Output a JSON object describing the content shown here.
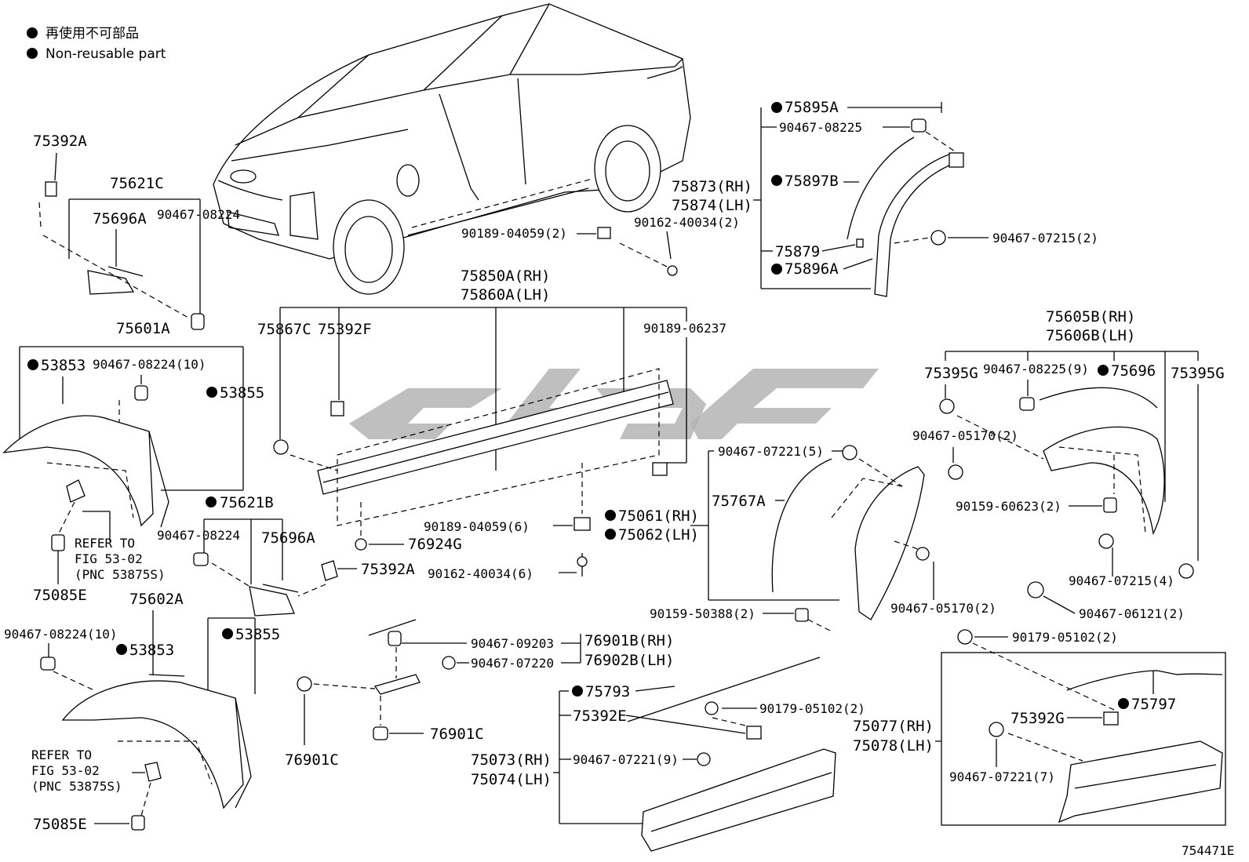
{
  "legend": {
    "item_ja": "再使用不可部品",
    "item_en": "Non-reusable part"
  },
  "diagram_id": "754471E",
  "labels": {
    "l75392A_top": "75392A",
    "l75621C": "75621C",
    "l75696A_top": "75696A",
    "l90467_08224_top": "90467-08224",
    "l75601A": "75601A",
    "l53853_top": "53853",
    "l90467_08224_10_top": "90467-08224(10)",
    "l53855_top": "53855",
    "refer1_l1": "REFER TO",
    "refer1_l2": "FIG 53-02",
    "refer1_l3": "(PNC 53875S)",
    "l75085E_top": "75085E",
    "l75621B": "75621B",
    "l90467_08224_mid": "90467-08224",
    "l75696A_mid": "75696A",
    "l75392A_mid": "75392A",
    "l75602A": "75602A",
    "l90467_08224_10_bot": "90467-08224(10)",
    "l53853_bot": "53853",
    "l53855_bot": "53855",
    "refer2_l1": "REFER TO",
    "refer2_l2": "FIG 53-02",
    "refer2_l3": "(PNC 53875S)",
    "l75085E_bot": "75085E",
    "l90189_04059_2": "90189-04059(2)",
    "l90162_40034_2": "90162-40034(2)",
    "l75850A": "75850A(RH)",
    "l75860A": "75860A(LH)",
    "l75867C": "75867C",
    "l75392F": "75392F",
    "l90189_06237": "90189-06237",
    "l90189_04059_6": "90189-04059(6)",
    "l76924G": "76924G",
    "l90162_40034_6": "90162-40034(6)",
    "l75895A": "75895A",
    "l90467_08225": "90467-08225",
    "l75873": "75873(RH)",
    "l75874": "75874(LH)",
    "l75897B": "75897B",
    "l90467_07215_2": "90467-07215(2)",
    "l75879": "75879",
    "l75896A": "75896A",
    "l75605B": "75605B(RH)",
    "l75606B": "75606B(LH)",
    "l75395G_l": "75395G",
    "l90467_08225_9": "90467-08225(9)",
    "l75696": "75696",
    "l75395G_r": "75395G",
    "l90467_05170_2_top": "90467-05170(2)",
    "l90159_60623_2": "90159-60623(2)",
    "l90467_07215_4": "90467-07215(4)",
    "l90467_06121_2": "90467-06121(2)",
    "l90467_07221_5": "90467-07221(5)",
    "l75767A": "75767A",
    "l75061": "75061(RH)",
    "l75062": "75062(LH)",
    "l90159_50388_2": "90159-50388(2)",
    "l90467_05170_2_bot": "90467-05170(2)",
    "l90179_05102_2_r": "90179-05102(2)",
    "l90467_09203": "90467-09203",
    "l90467_07220": "90467-07220",
    "l76901B": "76901B(RH)",
    "l76902B": "76902B(LH)",
    "l76901C_l": "76901C",
    "l76901C_r": "76901C",
    "l75793": "75793",
    "l75392E": "75392E",
    "l90179_05102_2_m": "90179-05102(2)",
    "l75073": "75073(RH)",
    "l75074": "75074(LH)",
    "l90467_07221_9": "90467-07221(9)",
    "l75077": "75077(RH)",
    "l75078": "75078(LH)",
    "l75392G": "75392G",
    "l75797": "75797",
    "l90467_07221_7": "90467-07221(7)"
  }
}
